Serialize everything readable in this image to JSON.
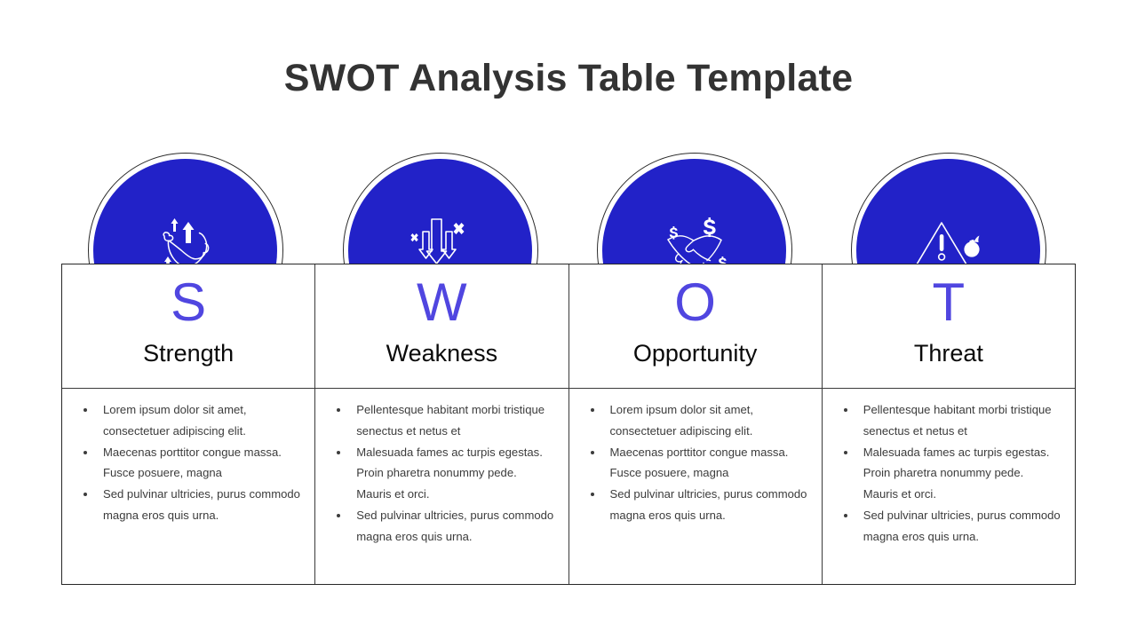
{
  "page": {
    "title": "SWOT Analysis Table Template",
    "background_color": "#ffffff",
    "title_color": "#333333"
  },
  "theme": {
    "circle_fill": "#2222c8",
    "circle_ring": "#2b2b2b",
    "letter_color": "#5046e0",
    "name_color": "#0a0a0a",
    "body_text_color": "#3c3c3c",
    "table_border": "#272727"
  },
  "columns": [
    {
      "letter": "S",
      "name": "Strength",
      "icon": "muscle-arm-up-arrows-icon",
      "bullets": [
        "Lorem ipsum dolor sit amet, consectetuer adipiscing elit.",
        "Maecenas porttitor congue massa. Fusce posuere, magna",
        "Sed pulvinar ultricies, purus commodo magna eros quis urna."
      ]
    },
    {
      "letter": "W",
      "name": "Weakness",
      "icon": "down-arrows-x-marks-icon",
      "bullets": [
        "Pellentesque habitant morbi tristique senectus et netus et",
        "Malesuada fames ac turpis egestas. Proin pharetra nonummy pede. Mauris et orci.",
        "Sed pulvinar ultricies, purus commodo magna eros quis urna."
      ]
    },
    {
      "letter": "O",
      "name": "Opportunity",
      "icon": "handshake-dollar-icon",
      "bullets": [
        "Lorem ipsum dolor sit amet, consectetuer adipiscing elit.",
        "Maecenas porttitor congue massa. Fusce posuere, magna",
        "Sed pulvinar ultricies, purus commodo magna eros quis urna."
      ]
    },
    {
      "letter": "T",
      "name": "Threat",
      "icon": "warning-triangle-bomb-icon",
      "bullets": [
        "Pellentesque habitant morbi tristique senectus et netus et",
        "Malesuada fames ac turpis egestas. Proin pharetra nonummy pede. Mauris et orci.",
        "Sed pulvinar ultricies, purus commodo magna eros quis urna."
      ]
    }
  ]
}
